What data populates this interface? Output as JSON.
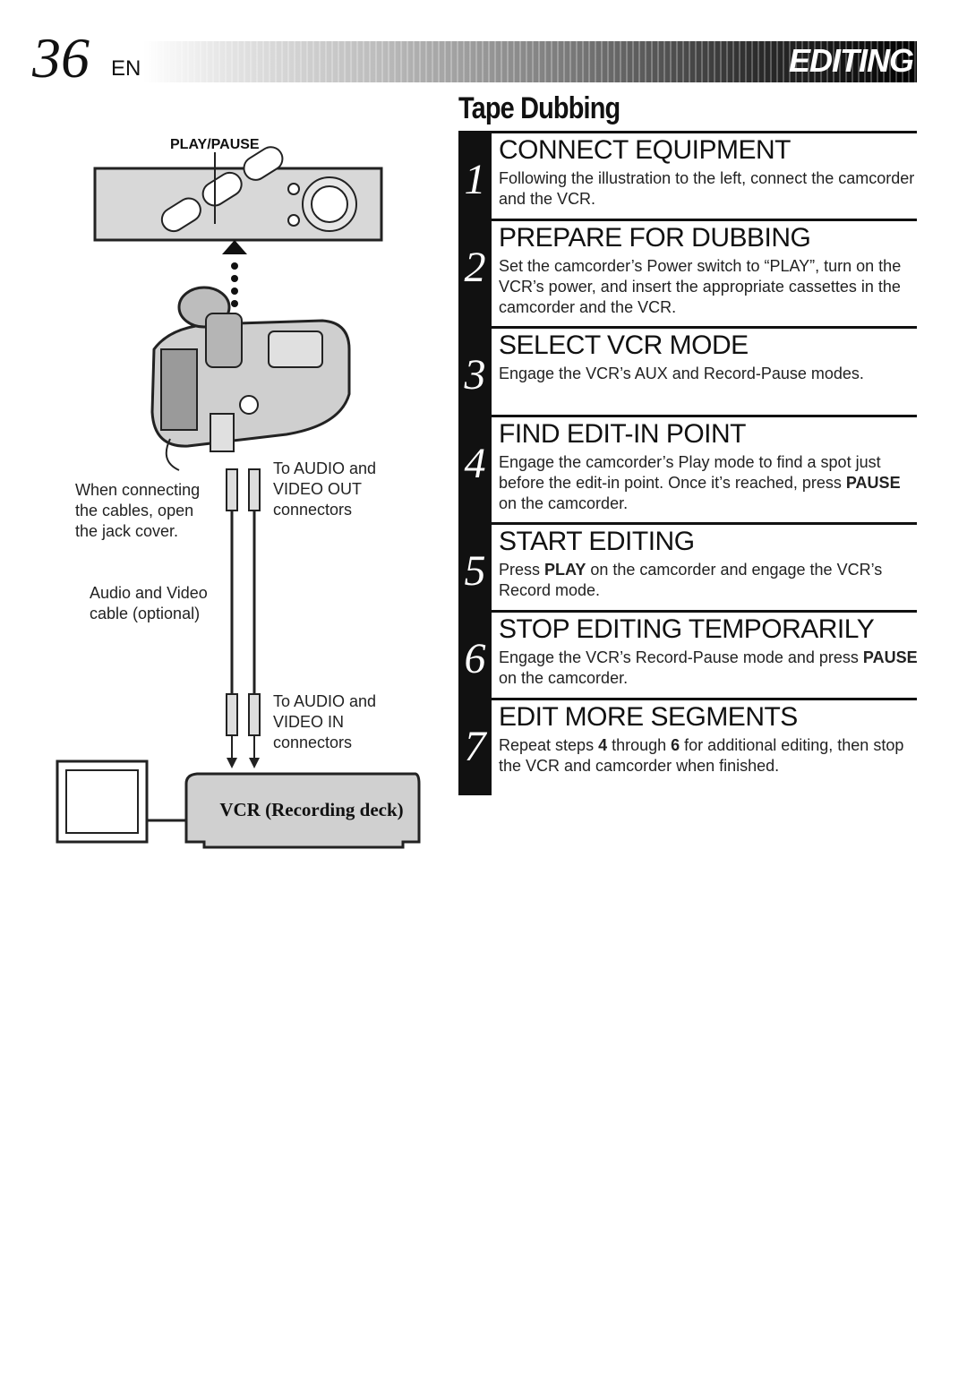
{
  "header": {
    "page_number": "36",
    "language": "EN",
    "section_title": "EDITING"
  },
  "subtitle": "Tape Dubbing",
  "steps": [
    {
      "num": "1",
      "heading": "CONNECT EQUIPMENT",
      "text_html": "Following the illustration to the left, connect the camcorder and the VCR."
    },
    {
      "num": "2",
      "heading": "PREPARE FOR DUBBING",
      "text_html": "Set the camcorder’s Power switch to “PLAY”, turn on the VCR’s power, and insert the appropriate cassettes in the camcorder and the VCR."
    },
    {
      "num": "3",
      "heading": "SELECT VCR MODE",
      "text_html": "Engage the VCR’s AUX and Record-Pause modes."
    },
    {
      "num": "4",
      "heading": "FIND EDIT-IN POINT",
      "text_html": "Engage the camcorder’s Play mode to find a spot just before the edit-in point. Once it’s reached, press <b>PAUSE</b> on the camcorder."
    },
    {
      "num": "5",
      "heading": "START EDITING",
      "text_html": "Press <b>PLAY</b> on the camcorder and engage the VCR’s Record mode."
    },
    {
      "num": "6",
      "heading": "STOP EDITING TEMPORARILY",
      "text_html": "Engage the VCR’s Record-Pause mode and press <b>PAUSE</b> on the camcorder."
    },
    {
      "num": "7",
      "heading": "EDIT MORE SEGMENTS",
      "text_html": "Repeat steps <b>4</b> through <b>6</b> for additional editing, then stop the VCR and camcorder when finished."
    }
  ],
  "diagram": {
    "play_pause_label": "PLAY/PAUSE",
    "jack_cover_note": [
      "When connecting",
      "the cables, open",
      "the jack cover."
    ],
    "out_connectors": [
      "To AUDIO and",
      "VIDEO OUT",
      "connectors"
    ],
    "cable_label": [
      "Audio and Video",
      "cable (optional)"
    ],
    "in_connectors": [
      "To AUDIO and",
      "VIDEO IN",
      "connectors"
    ],
    "vcr_label": "VCR (Recording deck)"
  }
}
